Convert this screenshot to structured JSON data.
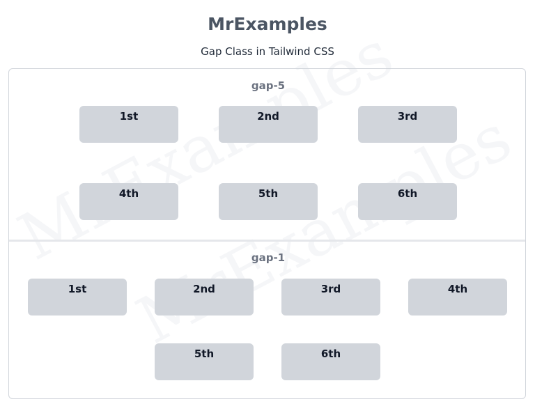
{
  "watermark": [
    "MrExamples",
    "MrExamples"
  ],
  "header": {
    "title": "MrExamples",
    "subtitle": "Gap Class in Tailwind CSS"
  },
  "sections": [
    {
      "label": "gap-5",
      "items": [
        "1st",
        "2nd",
        "3rd",
        "4th",
        "5th",
        "6th"
      ]
    },
    {
      "label": "gap-1",
      "items": [
        "1st",
        "2nd",
        "3rd",
        "4th",
        "5th",
        "6th"
      ]
    }
  ],
  "colors": {
    "box_background": "#d1d5db",
    "title": "#4b5563",
    "label": "#6b7280",
    "border": "#d1d5db"
  }
}
